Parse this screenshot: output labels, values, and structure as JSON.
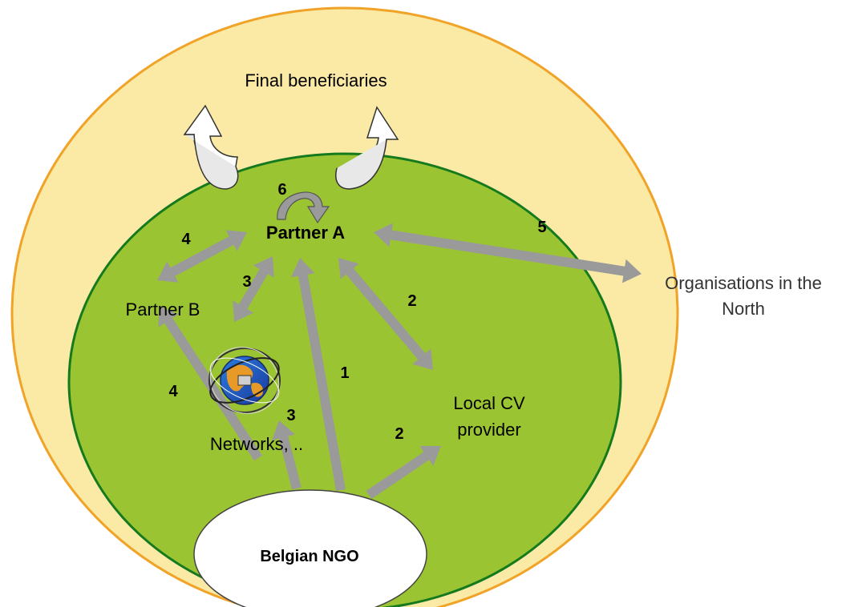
{
  "colors": {
    "outer_fill": "#fbe9a6",
    "outer_stroke": "#f0a327",
    "inner_fill": "#9bc432",
    "inner_stroke": "#157a1d",
    "arrow": "#9a9a9a",
    "ngo_fill": "#ffffff"
  },
  "labels": {
    "final_beneficiaries": "Final beneficiaries",
    "partner_a": "Partner A",
    "partner_b": "Partner B",
    "local_cv_line1": "Local CV",
    "local_cv_line2": "provider",
    "networks": "Networks, ..",
    "belgian_ngo": "Belgian NGO",
    "orgs_north_line1": "Organisations in the",
    "orgs_north_line2": "North"
  },
  "numbers": {
    "n1": "1",
    "n2a": "2",
    "n2b": "2",
    "n3a": "3",
    "n3b": "3",
    "n4a": "4",
    "n4b": "4",
    "n5": "5",
    "n6": "6"
  },
  "icons": {
    "globe": "networks-globe-icon"
  }
}
